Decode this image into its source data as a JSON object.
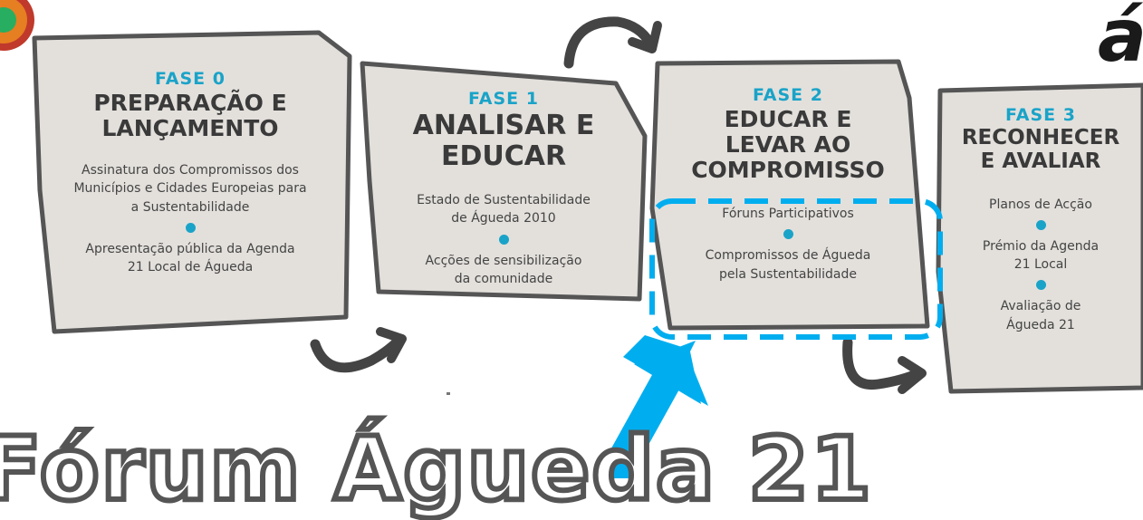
{
  "logo_right_text": "á",
  "forum_title": "Fórum Águeda 21",
  "phases": [
    {
      "label": "FASE 0",
      "title": "PREPARAÇÃO E\nLANÇAMENTO",
      "items": [
        "Assinatura dos Compromissos dos\nMunicípios e Cidades Europeias para\na Sustentabilidade",
        "Apresentação pública da Agenda\n21 Local de Águeda"
      ]
    },
    {
      "label": "FASE 1",
      "title": "ANALISAR E\nEDUCAR",
      "items": [
        "Estado de Sustentabilidade\nde Águeda 2010",
        "Acções de sensibilização\nda comunidade"
      ]
    },
    {
      "label": "FASE 2",
      "title": "EDUCAR E\nLEVAR AO\nCOMPROMISSO",
      "items": [
        "Fóruns Participativos",
        "Compromissos de Águeda\npela Sustentabilidade"
      ]
    },
    {
      "label": "FASE 3",
      "title": "RECONHECER\nE AVALIAR",
      "items": [
        "Planos de Acção",
        "Prémio da Agenda\n21 Local",
        "Avaliação de\nÁgueda 21"
      ]
    }
  ],
  "colors": {
    "card_fill": "#e3e0dc",
    "card_border": "#555555",
    "accent_blue": "#00aeef",
    "phase_label": "#1aa3c8",
    "arrow_dark": "#444444"
  }
}
